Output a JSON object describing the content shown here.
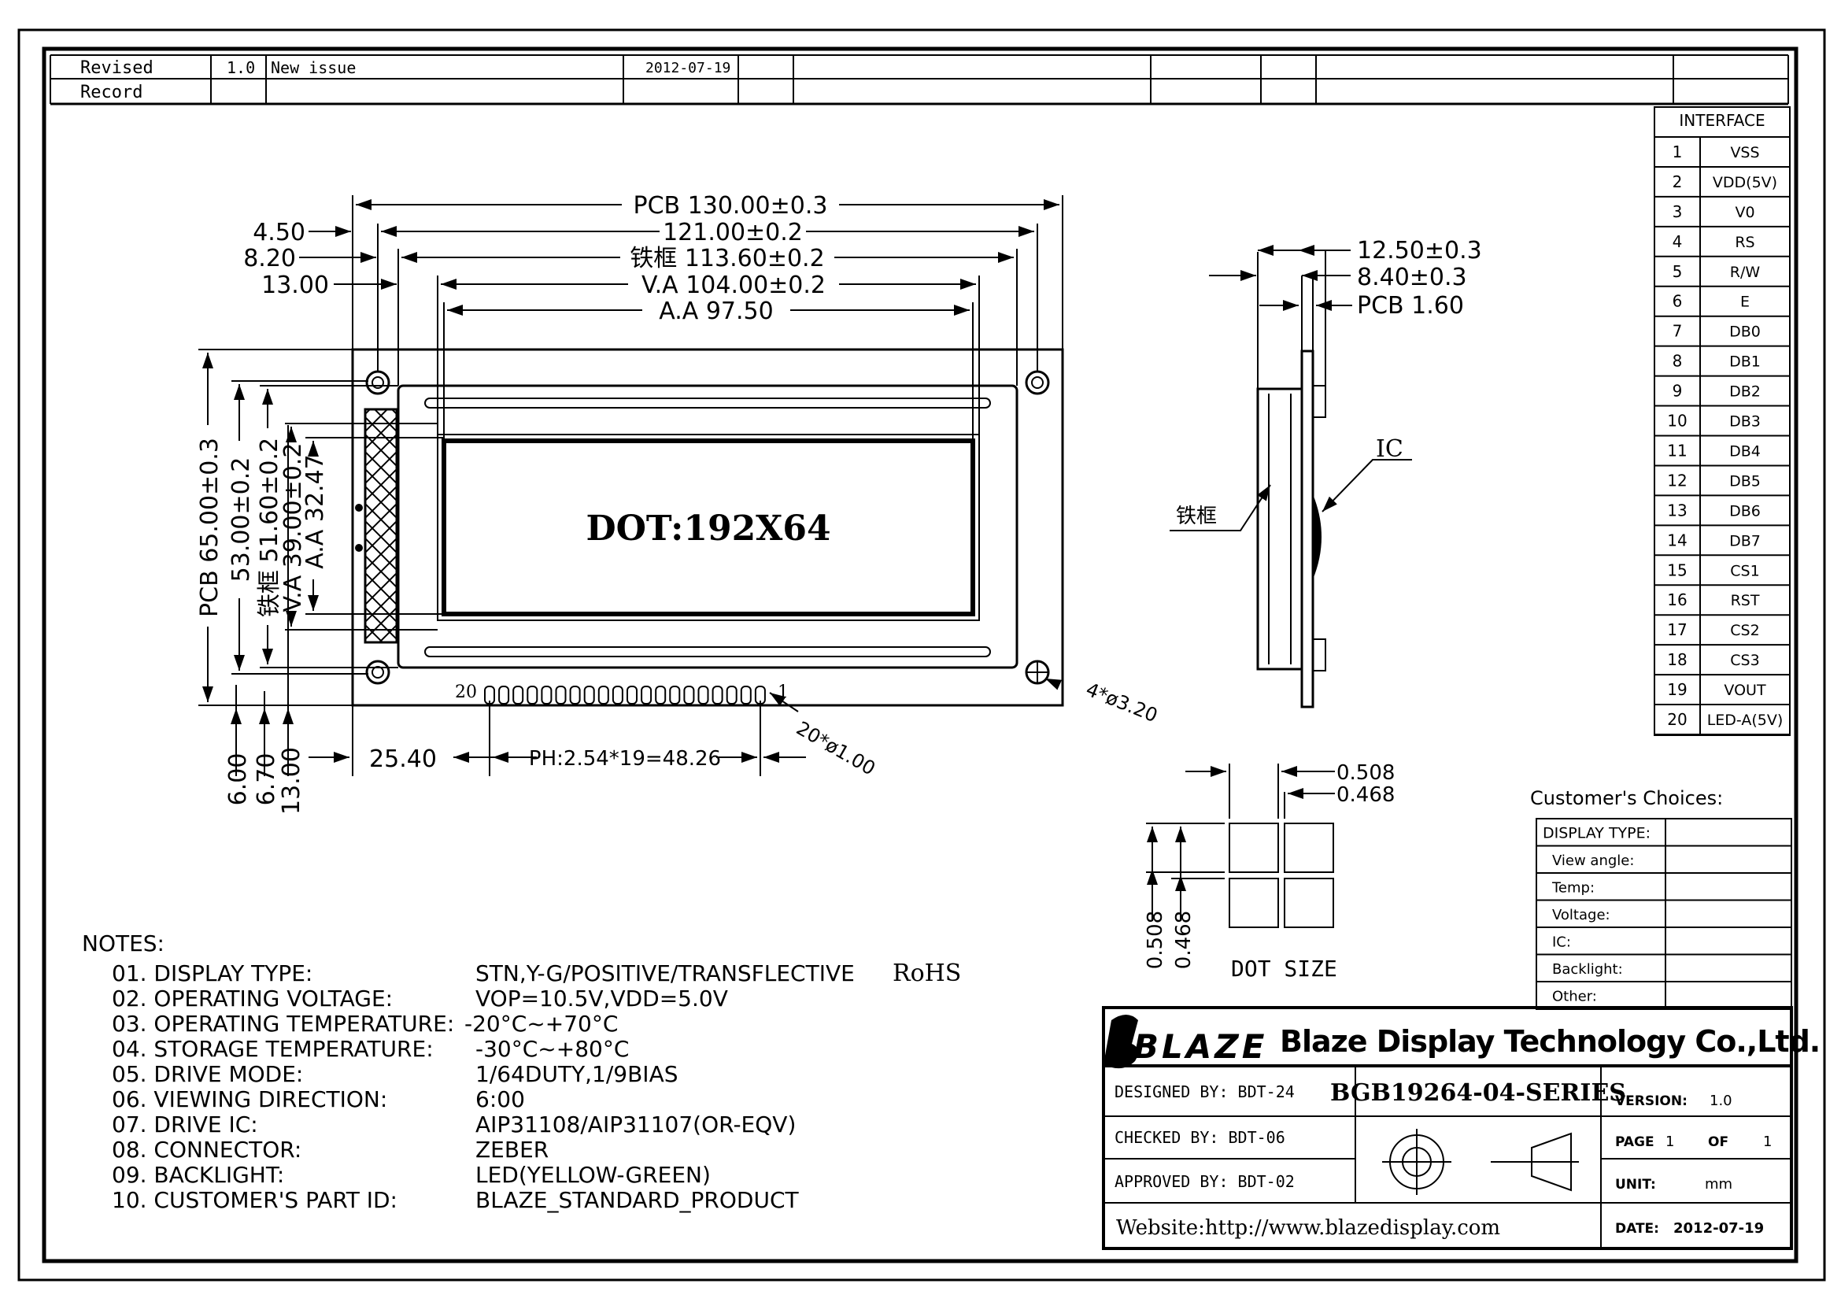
{
  "revision": {
    "label_line1": "Revised",
    "label_line2": "Record",
    "rev": "1.0",
    "description": "New issue",
    "date": "2012-07-19"
  },
  "front_view": {
    "dims_top": {
      "pcb_width": "PCB 130.00±0.3",
      "bezel_outer": "121.00±0.2",
      "frame_width": "铁框 113.60±0.2",
      "va_width": "V.A 104.00±0.2",
      "aa_width": "A.A 97.50"
    },
    "offsets_left": [
      "4.50",
      "8.20",
      "13.00"
    ],
    "dims_left": {
      "pcb_height": "PCB 65.00±0.3",
      "height_53": "53.00±0.2",
      "frame_height": "铁框 51.60±0.2",
      "va_height": "V.A 39.00±0.2",
      "aa_height": "A.A 32.47"
    },
    "offsets_bottom": [
      "6.00",
      "6.70",
      "13.00"
    ],
    "pin_offset": "25.40",
    "pin_pitch": "PH:2.54*19=48.26",
    "pin_diameter": "20*ø1.00",
    "mount_holes": "4*ø3.20",
    "pin_first": "20",
    "pin_last": "1",
    "display_text": "DOT:192X64"
  },
  "side_view": {
    "dims": [
      "12.50±0.3",
      "8.40±0.3",
      "PCB 1.60"
    ],
    "ic_label": "IC",
    "frame_label": "铁框"
  },
  "dot_size": {
    "w1": "0.508",
    "w2": "0.468",
    "h1": "0.508",
    "h2": "0.468",
    "label": "DOT SIZE"
  },
  "interface": {
    "title": "INTERFACE",
    "pins": [
      {
        "no": "1",
        "name": "VSS"
      },
      {
        "no": "2",
        "name": "VDD(5V)"
      },
      {
        "no": "3",
        "name": "V0"
      },
      {
        "no": "4",
        "name": "RS"
      },
      {
        "no": "5",
        "name": "R/W"
      },
      {
        "no": "6",
        "name": "E"
      },
      {
        "no": "7",
        "name": "DB0"
      },
      {
        "no": "8",
        "name": "DB1"
      },
      {
        "no": "9",
        "name": "DB2"
      },
      {
        "no": "10",
        "name": "DB3"
      },
      {
        "no": "11",
        "name": "DB4"
      },
      {
        "no": "12",
        "name": "DB5"
      },
      {
        "no": "13",
        "name": "DB6"
      },
      {
        "no": "14",
        "name": "DB7"
      },
      {
        "no": "15",
        "name": "CS1"
      },
      {
        "no": "16",
        "name": "RST"
      },
      {
        "no": "17",
        "name": "CS2"
      },
      {
        "no": "18",
        "name": "CS3"
      },
      {
        "no": "19",
        "name": "VOUT"
      },
      {
        "no": "20",
        "name": "LED-A(5V)"
      }
    ]
  },
  "customer_choices": {
    "title": "Customer's Choices:",
    "rows": [
      "DISPLAY TYPE:",
      "View angle:",
      "Temp:",
      "Voltage:",
      "IC:",
      "Backlight:",
      "Other:"
    ]
  },
  "notes": {
    "title": "NOTES:",
    "items": [
      {
        "label": "01. DISPLAY TYPE:",
        "value": "STN,Y-G/POSITIVE/TRANSFLECTIVE",
        "extra": "RoHS"
      },
      {
        "label": "02. OPERATING VOLTAGE:",
        "value": "VOP=10.5V,VDD=5.0V",
        "extra": ""
      },
      {
        "label": "03. OPERATING TEMPERATURE:",
        "value": "-20°C~+70°C",
        "extra": ""
      },
      {
        "label": "04. STORAGE TEMPERATURE:",
        "value": "-30°C~+80°C",
        "extra": ""
      },
      {
        "label": "05. DRIVE MODE:",
        "value": "1/64DUTY,1/9BIAS",
        "extra": ""
      },
      {
        "label": "06. VIEWING DIRECTION:",
        "value": "6:00",
        "extra": ""
      },
      {
        "label": "07. DRIVE IC:",
        "value": "AIP31108/AIP31107(OR-EQV)",
        "extra": ""
      },
      {
        "label": "08. CONNECTOR:",
        "value": "ZEBER",
        "extra": ""
      },
      {
        "label": "09. BACKLIGHT:",
        "value": "LED(YELLOW-GREEN)",
        "extra": ""
      },
      {
        "label": "10. CUSTOMER'S PART ID:",
        "value": "BLAZE_STANDARD_PRODUCT",
        "extra": ""
      }
    ]
  },
  "title_block": {
    "logo": "BLAZE",
    "company": "Blaze Display Technology Co.,Ltd.",
    "designed": "DESIGNED BY: BDT-24",
    "checked": "CHECKED BY: BDT-06",
    "approved": "APPROVED BY: BDT-02",
    "part_no": "BGB19264-04-SERIES",
    "version_label": "VERSION:",
    "version": "1.0",
    "page_label": "PAGE",
    "page": "1",
    "of_label": "OF",
    "of": "1",
    "unit_label": "UNIT:",
    "unit": "mm",
    "date_label": "DATE:",
    "date": "2012-07-19",
    "website": "Website:http://www.blazedisplay.com"
  }
}
